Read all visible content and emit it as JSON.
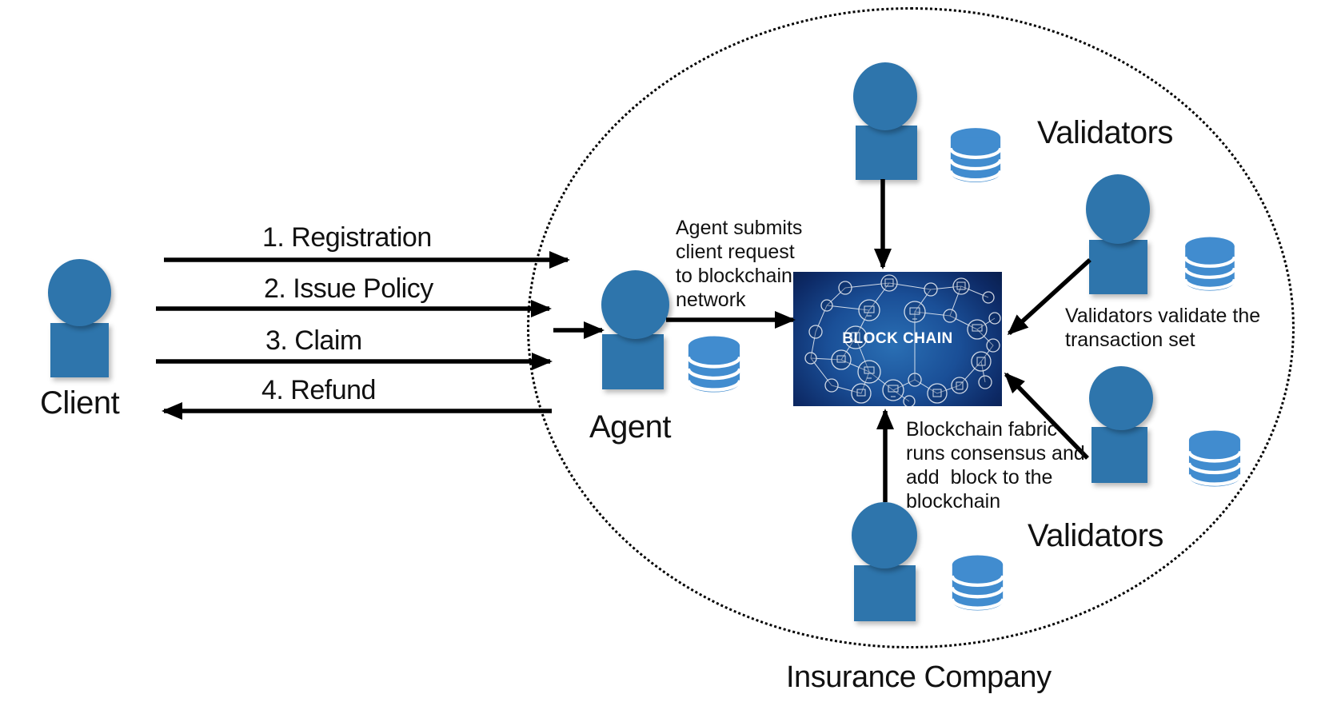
{
  "client": {
    "label": "Client"
  },
  "flow_arrows": [
    {
      "label": "1. Registration",
      "direction": "right"
    },
    {
      "label": "2. Issue Policy",
      "direction": "right"
    },
    {
      "label": "3. Claim",
      "direction": "right"
    },
    {
      "label": "4. Refund",
      "direction": "left"
    }
  ],
  "agent": {
    "label": "Agent",
    "annotation_lines": [
      "Agent submits",
      "client request",
      "to blockchain",
      "network"
    ]
  },
  "blockchain": {
    "label": "BLOCK CHAIN"
  },
  "validators": {
    "top_label": "Validators",
    "bottom_label": "Validators",
    "validate_annotation_lines": [
      "Validators validate the",
      "transaction set"
    ],
    "consensus_annotation_lines": [
      "Blockchain fabric",
      "runs consensus and",
      "add  block to the",
      "blockchain"
    ]
  },
  "company_label": "Insurance Company",
  "icons": {
    "person": "person-icon",
    "database": "database-icon",
    "arrow": "arrow-icon",
    "blockchain_network": "blockchain-network-icon"
  },
  "colors": {
    "figure": "#2e75ac",
    "database": "#418ccf",
    "arrow": "#000000",
    "text": "#111111",
    "ellipse": "#000000",
    "bctext": "#ffffff"
  }
}
